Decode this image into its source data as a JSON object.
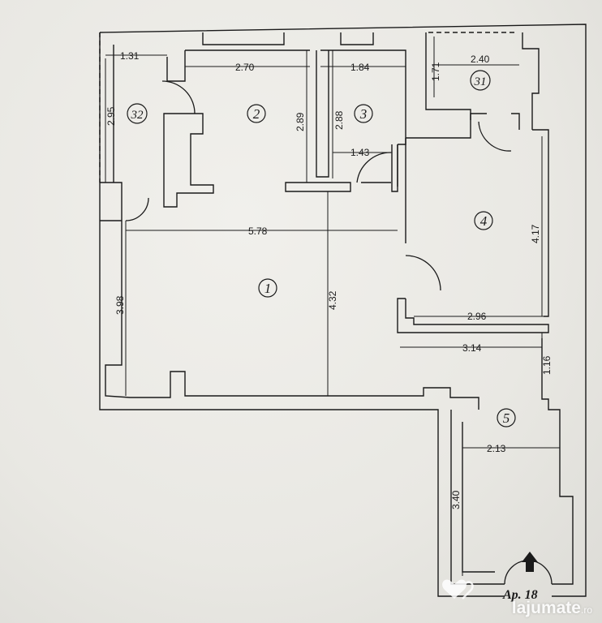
{
  "rooms": [
    {
      "id": "1",
      "label": "1"
    },
    {
      "id": "2",
      "label": "2"
    },
    {
      "id": "3",
      "label": "3"
    },
    {
      "id": "4",
      "label": "4"
    },
    {
      "id": "5",
      "label": "5"
    },
    {
      "id": "31",
      "label": "31"
    },
    {
      "id": "32",
      "label": "32"
    }
  ],
  "dimensions": {
    "d_131": "1.31",
    "d_270": "2.70",
    "d_184": "1.84",
    "d_240": "2.40",
    "d_171": "1.71",
    "d_295": "2.95",
    "d_289": "2.89",
    "d_288": "2.88",
    "d_143": "1.43",
    "d_578": "5.78",
    "d_417": "4.17",
    "d_398": "3.98",
    "d_432": "4.32",
    "d_296": "2.96",
    "d_314": "3.14",
    "d_116": "1.16",
    "d_213": "2.13",
    "d_340": "3.40"
  },
  "apartment_label": "Ap. 18",
  "watermark": {
    "brand": "lajumate",
    "suffix": ".ro"
  },
  "colors": {
    "ink": "#1a1a1a",
    "paper": "#ebeae6"
  }
}
